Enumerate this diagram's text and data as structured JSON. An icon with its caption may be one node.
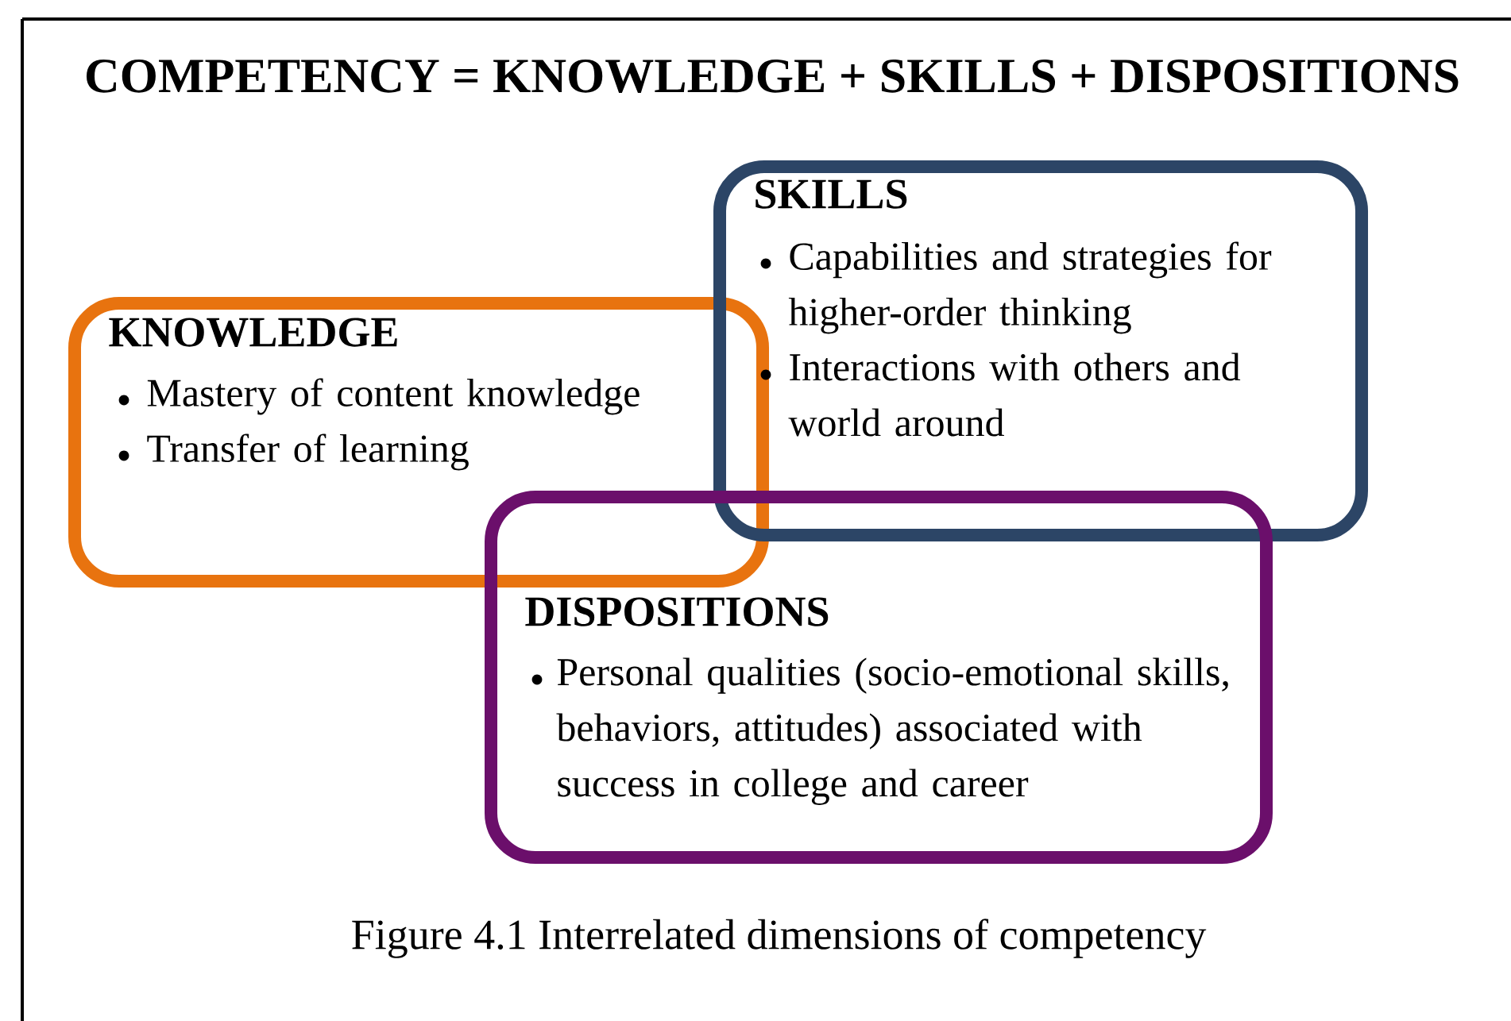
{
  "diagram": {
    "title": "COMPETENCY = KNOWLEDGE + SKILLS + DISPOSITIONS",
    "caption": "Figure 4.1 Interrelated dimensions of competency",
    "nodes": [
      {
        "text": [
          "KNOWLEDGE",
          "Mastery of content knowledge",
          "Transfer of learning"
        ]
      },
      {
        "text": [
          "SKILLS",
          "Capabilities and strategies for higher-order thinking",
          "Interactions with others and world around"
        ]
      },
      {
        "text": [
          "DISPOSITIONS",
          "Personal qualities (socio-emotional skills, behaviors, attitudes) associated with success in college and career"
        ]
      }
    ]
  }
}
